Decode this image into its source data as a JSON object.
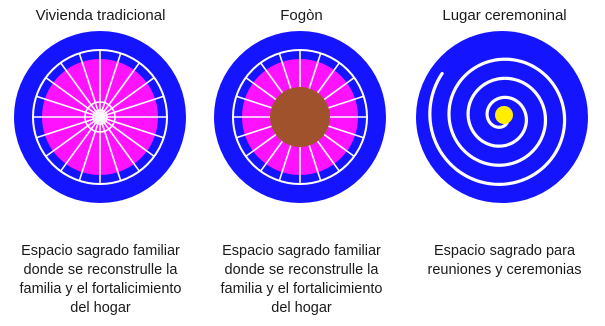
{
  "colors": {
    "outer_ring": "#1414ff",
    "inner_disc": "#ff13ff",
    "spokes": "#ffffff",
    "hearth": "#a0522d",
    "ceremonial_center": "#ffee00"
  },
  "panels": [
    {
      "title": "Vivienda tradicional",
      "caption": "Espacio sagrado familiar\ndonde se reconstrulle la\nfamilia y el fortalicimiento\ndel hogar",
      "icon": "traditional-house-wheel"
    },
    {
      "title": "Fogòn",
      "caption": "Espacio sagrado familiar\ndonde se reconstrulle la\nfamilia y el fortalicimiento\ndel hogar",
      "icon": "hearth-wheel"
    },
    {
      "title": "Lugar ceremoninal",
      "caption": "Espacio sagrado para\nreuniones y ceremonias",
      "icon": "ceremonial-spiral"
    }
  ]
}
